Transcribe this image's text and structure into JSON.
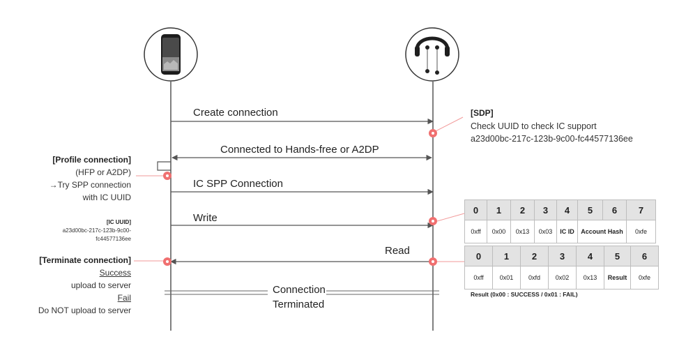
{
  "messages": {
    "create": "Create connection",
    "connected": "Connected to Hands-free or A2DP",
    "ic_spp": "IC SPP Connection",
    "write": "Write",
    "read": "Read",
    "terminated_1": "Connection",
    "terminated_2": "Terminated"
  },
  "sdp": {
    "title": "[SDP]",
    "line1": "Check UUID to check IC support",
    "line2": "a23d00bc-217c-123b-9c00-fc44577136ee"
  },
  "profile": {
    "title": "[Profile connection]",
    "line1": "(HFP or A2DP)",
    "line2": "→Try SPP connection",
    "line3": "with IC UUID"
  },
  "ic_uuid": {
    "title": "[IC UUID]",
    "line1": "a23d00bc-217c-123b-9c00-",
    "line2": "fc44577136ee"
  },
  "terminate": {
    "title": "[Terminate connection]",
    "success_label": "Success",
    "success_text": "upload to server",
    "fail_label": "Fail",
    "fail_text": "Do NOT upload to server"
  },
  "write_table": {
    "headers": [
      "0",
      "1",
      "2",
      "3",
      "4",
      "5",
      "6",
      "7"
    ],
    "values": [
      "0xff",
      "0x00",
      "0x13",
      "0x03",
      "IC ID",
      "Account Hash",
      "0xfe"
    ]
  },
  "read_table": {
    "headers": [
      "0",
      "1",
      "2",
      "3",
      "4",
      "5",
      "6"
    ],
    "values": [
      "0xff",
      "0x01",
      "0xfd",
      "0x02",
      "0x13",
      "Result",
      "0xfe"
    ],
    "note": "Result  (0x00 : SUCCESS / 0x01 : FAIL)"
  },
  "actors": {
    "left_icon": "smartphone-icon",
    "right_icon": "neckband-headset-icon"
  },
  "colors": {
    "line": "#555555",
    "marker": "#f07070",
    "annotation_line": "#f29a9a",
    "table_header": "#e3e3e3",
    "table_border": "#bdbdbd"
  }
}
